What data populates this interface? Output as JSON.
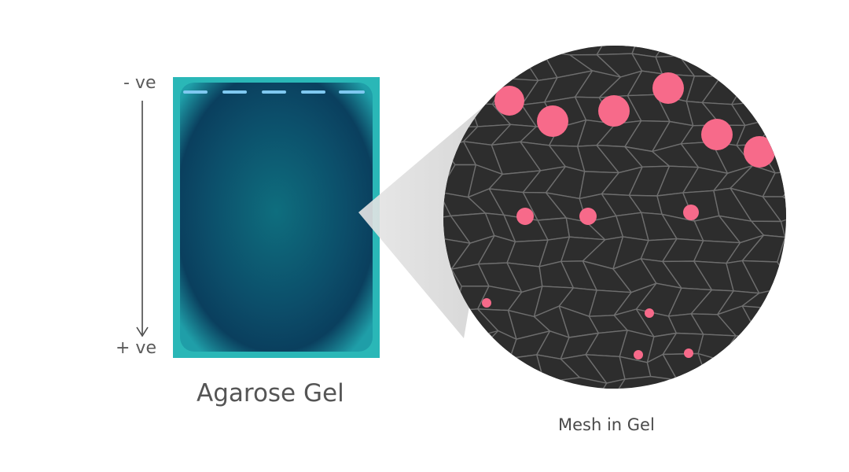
{
  "gel": {
    "negative_label": "- ve",
    "positive_label": "+ ve",
    "caption": "Agarose Gel",
    "colors": {
      "frame": "#2ab7b7",
      "body": "#0d4f6b",
      "wells": "#7fc8f0"
    }
  },
  "mesh": {
    "caption": "Mesh in Gel",
    "colors": {
      "background": "#2d2d2d",
      "cell_edge": "#6e6e6e",
      "particle": "#f76a8a",
      "cone": "#d9d9d9"
    }
  }
}
